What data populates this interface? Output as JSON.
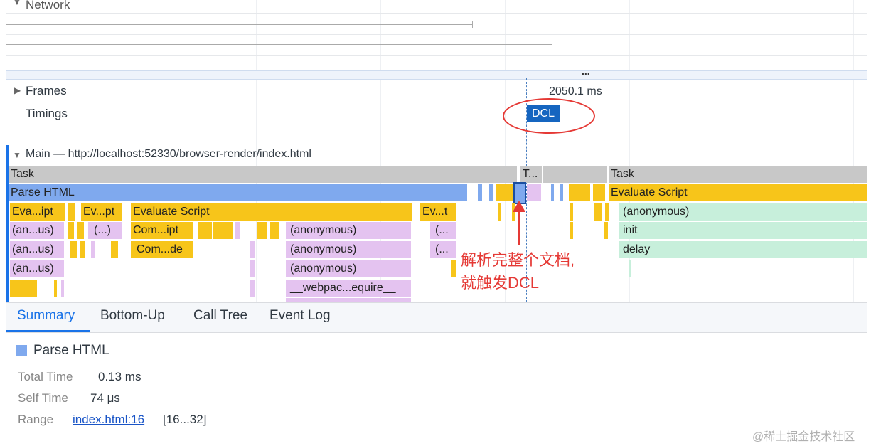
{
  "network": {
    "label": "Network"
  },
  "overflow_dots": "...",
  "frames": {
    "label": "Frames",
    "time": "2050.1 ms"
  },
  "timings": {
    "label": "Timings",
    "marker": "DCL"
  },
  "main": {
    "label": "Main — http://localhost:52330/browser-render/index.html"
  },
  "flame": {
    "row0": {
      "task_left": "Task",
      "task_mid": "T...",
      "task_right": "Task"
    },
    "row1": {
      "parse_html": "Parse HTML",
      "evaluate_script": "Evaluate Script"
    },
    "row2": {
      "eva_ipt": "Eva...ipt",
      "ev_pt": "Ev...pt",
      "evaluate_script": "Evaluate Script",
      "ev_t": "Ev...t",
      "anonymous": "(anonymous)"
    },
    "row3": {
      "an_us": "(an...us)",
      "paren": "(...)",
      "com_ipt": "Com...ipt",
      "anonymous": "(anonymous)",
      "trunc": "(...",
      "init": "init"
    },
    "row4": {
      "an_us": "(an...us)",
      "com_de": "Com...de",
      "anonymous": "(anonymous)",
      "trunc": "(...",
      "delay": "delay"
    },
    "row5": {
      "an_us": "(an...us)",
      "anonymous": "(anonymous)"
    },
    "row6": {
      "webpack": "__webpac...equire__"
    }
  },
  "annotation": {
    "line1": "解析完整个文档,",
    "line2": "就触发DCL",
    "color": "#e53935"
  },
  "tabs": [
    "Summary",
    "Bottom-Up",
    "Call Tree",
    "Event Log"
  ],
  "summary": {
    "title": "Parse HTML",
    "swatch_color": "#7fa9ee",
    "total_time_label": "Total Time",
    "total_time_value": "0.13 ms",
    "self_time_label": "Self Time",
    "self_time_value": "74 μs",
    "range_label": "Range",
    "range_link": "index.html:16",
    "range_value": "[16...32]"
  },
  "watermark": "@稀土掘金技术社区",
  "colors": {
    "accent": "#1a73e8",
    "dcl_badge": "#1565c0",
    "parse_html": "#7fa9ee",
    "script": "#f7c51a",
    "task": "#c8c8c8",
    "function": "#e4c3f0",
    "green_function": "#c7efdb"
  }
}
